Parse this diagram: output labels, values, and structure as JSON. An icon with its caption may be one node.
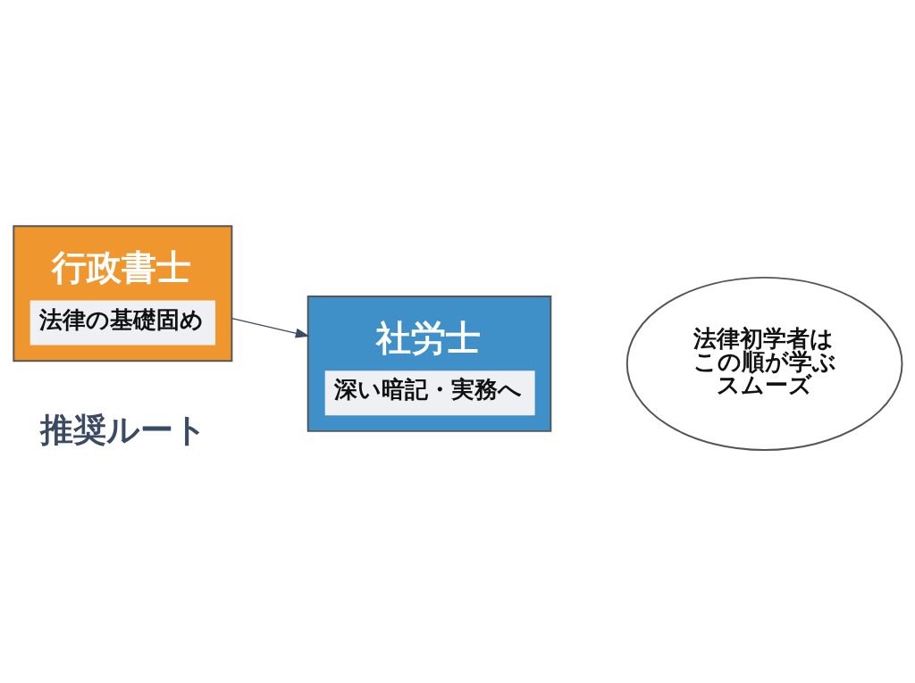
{
  "diagram": {
    "nodes": [
      {
        "text": [
          "行政書士",
          "法律の基礎固め"
        ]
      },
      {
        "text": [
          "社労士",
          "深い暗記・実務へ"
        ]
      },
      {
        "text": [
          "法律初学者はこの順が学ぶスムーズ"
        ]
      }
    ],
    "edges": [
      {
        "from": 0,
        "to": 1,
        "arrow": "to"
      }
    ],
    "labels": [
      "推奨ルート"
    ]
  }
}
